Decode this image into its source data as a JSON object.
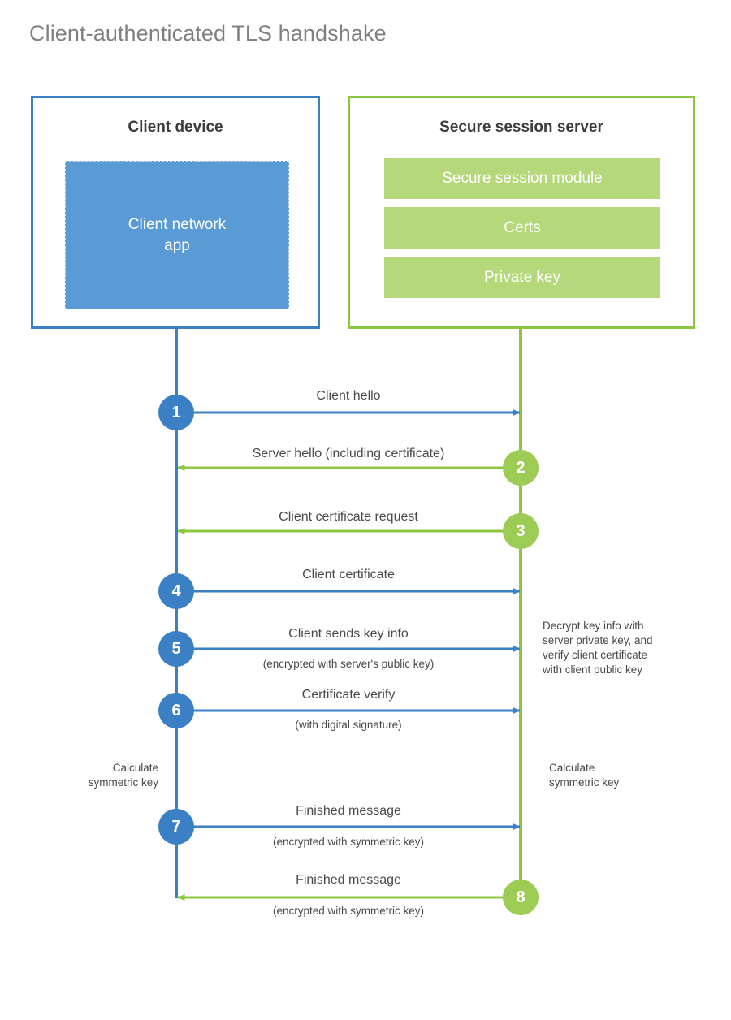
{
  "title": "Client-authenticated TLS handshake",
  "colors": {
    "client_border": "#3b7fc4",
    "client_fill": "#5b9bd5",
    "server_border": "#8dc63f",
    "server_fill": "#b5d87a",
    "client_circle": "#3b7fc4",
    "server_circle": "#9ccc54",
    "title_text": "#808080",
    "body_text": "#4a4a4a",
    "background": "#ffffff"
  },
  "client": {
    "title": "Client device",
    "app_label": "Client network\napp",
    "app_line1": "Client network",
    "app_line2": "app"
  },
  "server": {
    "title": "Secure session server",
    "components": [
      {
        "label": "Secure session module"
      },
      {
        "label": "Certs"
      },
      {
        "label": "Private key"
      }
    ]
  },
  "steps": [
    {
      "number": "1",
      "label": "Client hello",
      "sub": "",
      "direction": "client-to-server",
      "origin": "client"
    },
    {
      "number": "2",
      "label": "Server hello (including certificate)",
      "sub": "",
      "direction": "server-to-client",
      "origin": "server"
    },
    {
      "number": "3",
      "label": "Client certificate request",
      "sub": "",
      "direction": "server-to-client",
      "origin": "server"
    },
    {
      "number": "4",
      "label": "Client certificate",
      "sub": "",
      "direction": "client-to-server",
      "origin": "client"
    },
    {
      "number": "5",
      "label": "Client sends key info",
      "sub": "(encrypted with server's public key)",
      "direction": "client-to-server",
      "origin": "client"
    },
    {
      "number": "6",
      "label": "Certificate verify",
      "sub": "(with digital signature)",
      "direction": "client-to-server",
      "origin": "client"
    },
    {
      "number": "7",
      "label": "Finished message",
      "sub": "(encrypted with symmetric key)",
      "direction": "client-to-server",
      "origin": "client"
    },
    {
      "number": "8",
      "label": "Finished message",
      "sub": "(encrypted with symmetric key)",
      "direction": "server-to-client",
      "origin": "server"
    }
  ],
  "notes": {
    "server_decrypt_line1": "Decrypt key info with",
    "server_decrypt_line2": "server private key, and",
    "server_decrypt_line3": "verify client certificate",
    "server_decrypt_line4": "with client public key",
    "client_calc_line1": "Calculate",
    "client_calc_line2": "symmetric key",
    "server_calc_line1": "Calculate",
    "server_calc_line2": "symmetric key"
  }
}
